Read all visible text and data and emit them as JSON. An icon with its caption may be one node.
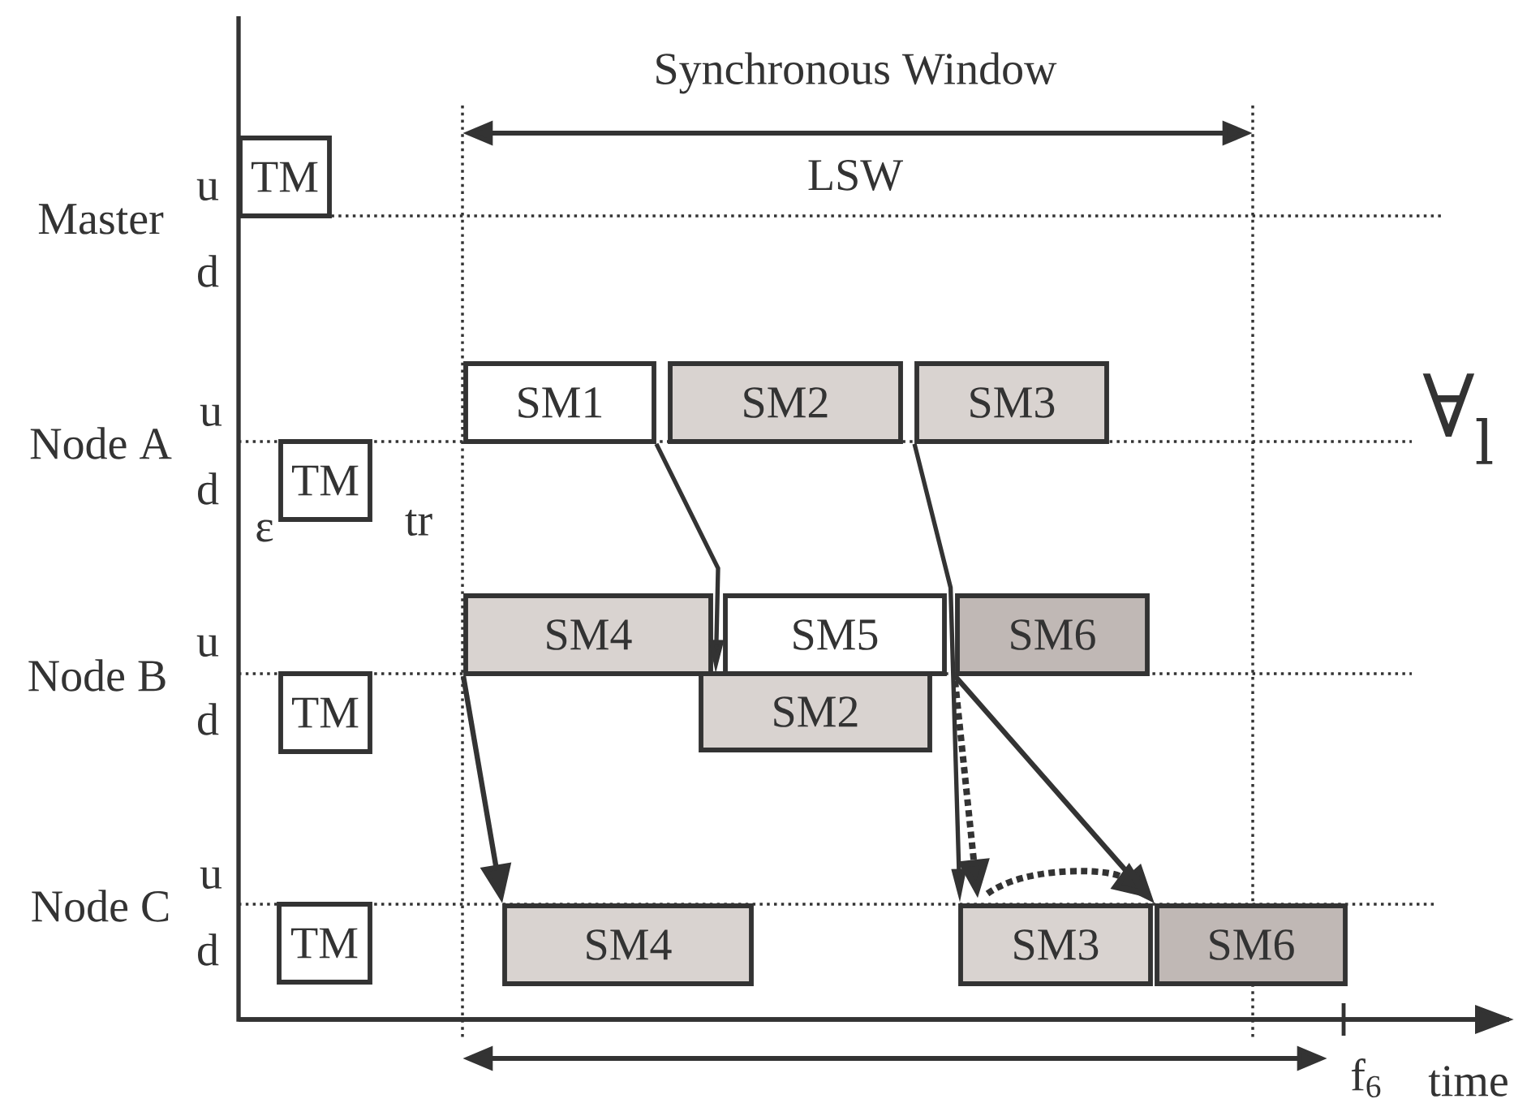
{
  "diagram": {
    "nodes": [
      {
        "text": [
          "TM"
        ]
      },
      {
        "text": [
          "TM"
        ]
      },
      {
        "text": [
          "TM"
        ]
      },
      {
        "text": [
          "TM"
        ]
      },
      {
        "text": [
          "SM1"
        ]
      },
      {
        "text": [
          "SM2"
        ]
      },
      {
        "text": [
          "SM3"
        ]
      },
      {
        "text": [
          "SM4"
        ]
      },
      {
        "text": [
          "SM5"
        ]
      },
      {
        "text": [
          "SM6"
        ]
      },
      {
        "text": [
          "SM2"
        ]
      },
      {
        "text": [
          "SM4"
        ]
      },
      {
        "text": [
          "SM3"
        ]
      },
      {
        "text": [
          "SM6"
        ]
      }
    ],
    "edges": [
      {
        "from": 4,
        "to": 10,
        "arrow": "to"
      },
      {
        "from": 6,
        "to": 12,
        "arrow": "to"
      },
      {
        "from": 7,
        "to": 11,
        "arrow": "to"
      },
      {
        "from": 9,
        "to": 13,
        "arrow": "to"
      },
      {
        "from": 9,
        "to": 12,
        "arrow": "to",
        "style": "dashed"
      },
      {
        "from": 12,
        "to": 13,
        "arrow": "to",
        "style": "dashed"
      }
    ],
    "labels": [
      "Synchronous Window",
      "LSW",
      "Master",
      "u",
      "d",
      "Node A",
      "u",
      "d",
      "ε",
      "tr",
      "∀$_{l}$",
      "Node B",
      "u",
      "d",
      "Node C",
      "u",
      "d",
      "f$_{6}$",
      "time"
    ]
  }
}
